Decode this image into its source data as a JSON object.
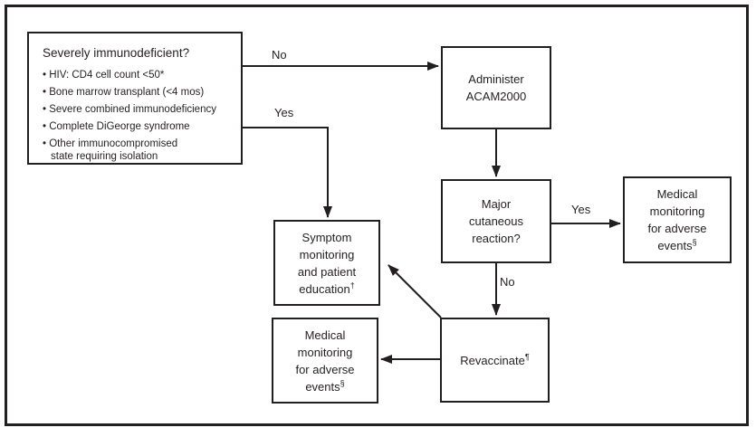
{
  "nodes": {
    "severely_immunodeficient": {
      "title": "Severely immunodeficient?",
      "bullets": [
        "HIV: CD4 cell count <50*",
        "Bone marrow transplant (<4 mos)",
        "Severe combined immunodeficiency",
        "Complete DiGeorge syndrome",
        "Other immunocompromised\nstate requiring isolation"
      ]
    },
    "administer_acam2000": {
      "text": "Administer\nACAM2000"
    },
    "major_cutaneous_reaction": {
      "text": "Major\ncutaneous\nreaction?"
    },
    "medical_monitoring_right": {
      "text": "Medical\nmonitoring\nfor adverse\nevents",
      "sup": "§"
    },
    "symptom_monitoring": {
      "text": "Symptom\nmonitoring\nand patient\neducation",
      "sup": "†"
    },
    "medical_monitoring_left": {
      "text": "Medical\nmonitoring\nfor adverse\nevents",
      "sup": "§"
    },
    "revaccinate": {
      "text": "Revaccinate",
      "sup": "¶"
    }
  },
  "edge_labels": {
    "no_top": "No",
    "yes_left": "Yes",
    "yes_right": "Yes",
    "no_middle": "No"
  },
  "colors": {
    "line": "#231f20",
    "text": "#231f20",
    "background": "#ffffff"
  }
}
